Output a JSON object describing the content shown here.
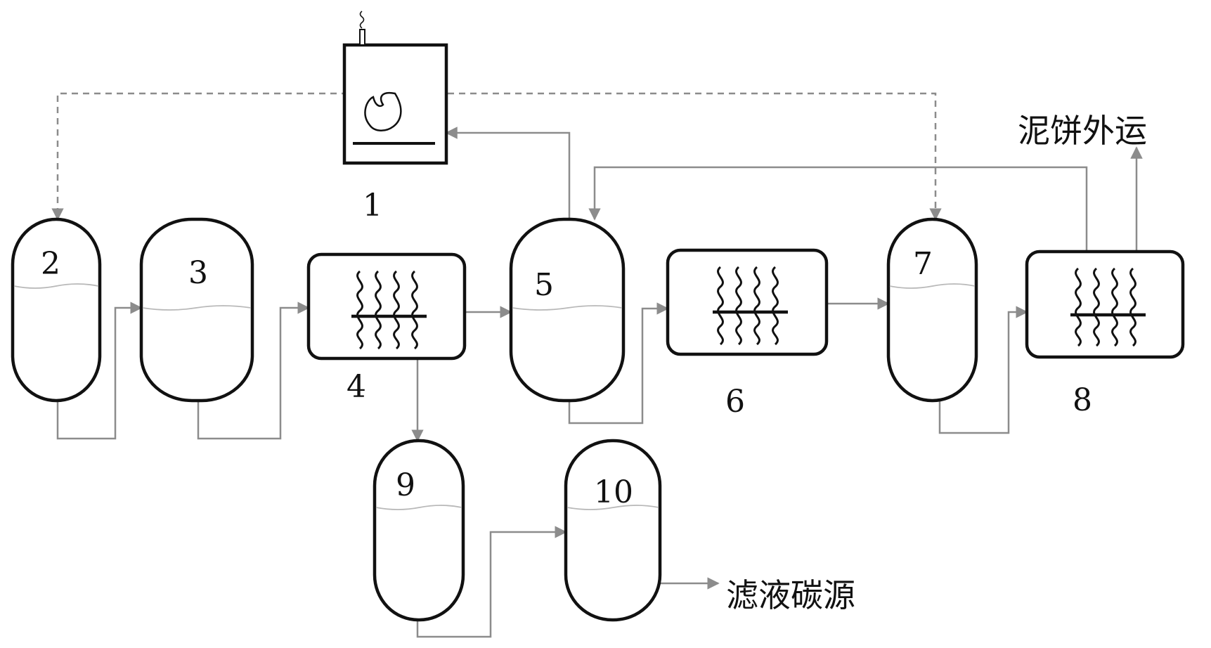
{
  "diagram": {
    "units": {
      "u1": "1",
      "u2": "2",
      "u3": "3",
      "u4": "4",
      "u5": "5",
      "u6": "6",
      "u7": "7",
      "u8": "8",
      "u9": "9",
      "u10": "10"
    },
    "outputs": {
      "mud_cake": "泥饼外运",
      "filtrate_carbon": "滤液碳源"
    },
    "colors": {
      "outline": "#111111",
      "pipe": "#8c8c8c",
      "liquid_level": "#b8b8b8"
    },
    "icons": [
      "flame-icon",
      "chimney-icon",
      "heating-coil-icon",
      "arrow-icon"
    ]
  }
}
